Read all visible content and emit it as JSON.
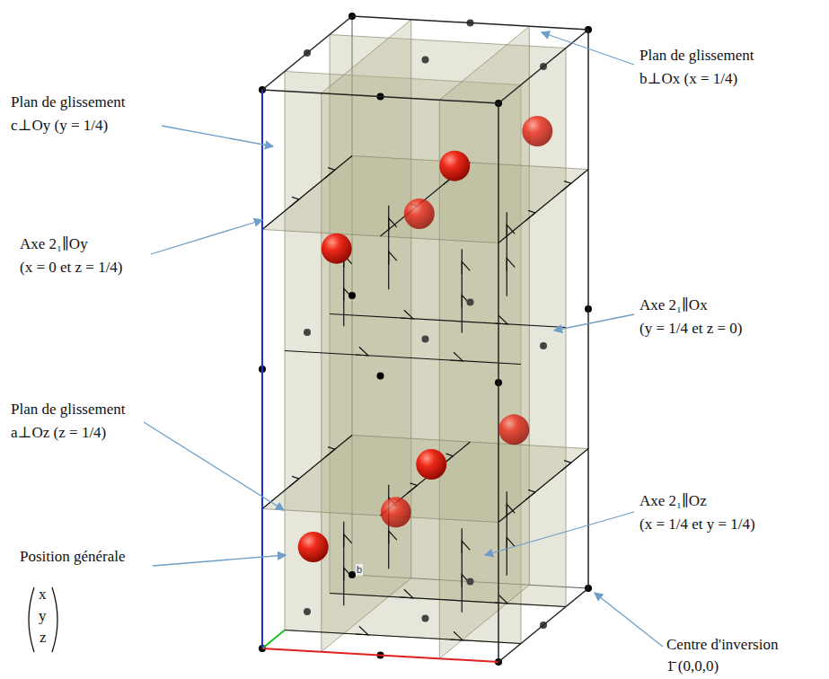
{
  "diagram": {
    "labels": [
      "Plan de glissement",
      "c⊥Oy (y = 1/4)",
      "Plan de glissement",
      "b⊥Ox (x = 1/4)",
      "Axe 2₁∥Oy",
      "(x = 0 et z = 1/4)",
      "Axe 2₁∥Ox",
      "(y = 1/4 et z = 0)",
      "Plan de glissement",
      "a⊥Oz (z = 1/4)",
      "Axe 2₁∥Oz",
      "(x = 1/4 et y = 1/4)",
      "Position générale",
      "x",
      "y",
      "z",
      "Centre d'inversion",
      "1̄ (0,0,0)",
      "b"
    ]
  }
}
